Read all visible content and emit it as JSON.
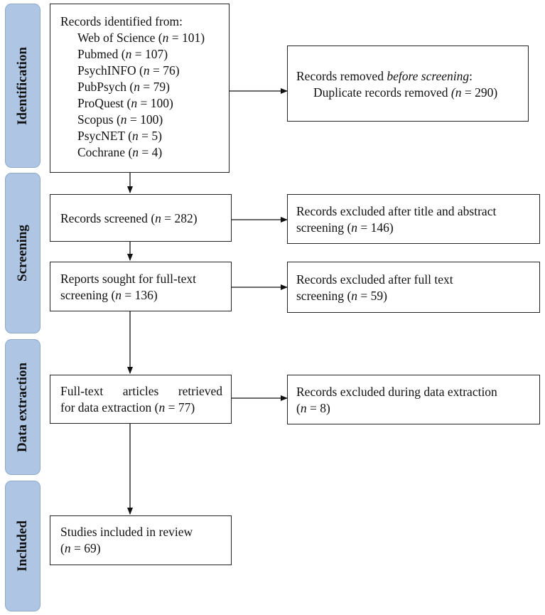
{
  "phases": {
    "identification": "Identification",
    "screening": "Screening",
    "data_extraction": "Data extraction",
    "included": "Included"
  },
  "identification": {
    "heading": "Records identified from:",
    "sources": [
      {
        "name": "Web of Science",
        "n": "101"
      },
      {
        "name": "Pubmed",
        "n": "107"
      },
      {
        "name": "PsychINFO",
        "n": "76"
      },
      {
        "name": "PubPsych",
        "n": "79"
      },
      {
        "name": "ProQuest",
        "n": "100"
      },
      {
        "name": "Scopus",
        "n": "100"
      },
      {
        "name": "PsycNET",
        "n": "5"
      },
      {
        "name": "Cochrane",
        "n": "4"
      }
    ],
    "removed_heading_pre": "Records removed ",
    "removed_heading_em": "before screening",
    "removed_heading_post": ":",
    "removed_line": "Duplicate records removed",
    "removed_n": "290"
  },
  "screening": {
    "screened_label": "Records screened",
    "screened_n": "282",
    "excluded_ta_line1": "Records excluded after title and abstract",
    "excluded_ta_line2": "screening",
    "excluded_ta_n": "146",
    "sought_line1": "Reports sought for full-text",
    "sought_line2": "screening",
    "sought_n": "136",
    "excluded_ft_line1": "Records excluded after full text",
    "excluded_ft_line2": "screening",
    "excluded_ft_n": "59"
  },
  "extraction": {
    "retrieved_line1": "Full-text articles retrieved",
    "retrieved_line2": "for data extraction",
    "retrieved_n": "77",
    "excluded_line1": "Records excluded during data extraction",
    "excluded_n": "8"
  },
  "included": {
    "line1": "Studies included in review",
    "n": "69"
  },
  "symbols": {
    "n": "n",
    "eq": " = ",
    "open": "(",
    "close": ")"
  }
}
